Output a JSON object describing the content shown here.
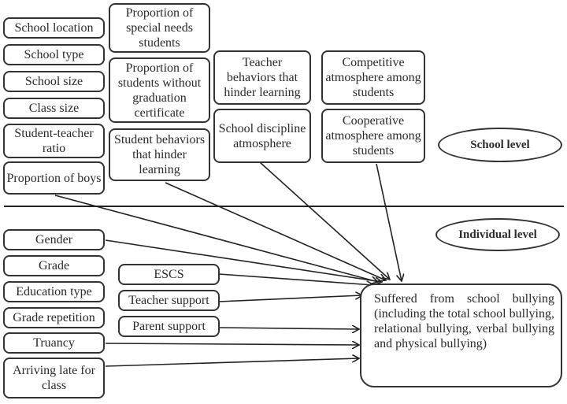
{
  "school_level": {
    "label": "School level",
    "column1": [
      "School location",
      "School type",
      "School size",
      "Class size",
      "Student-teacher ratio",
      "Proportion of boys"
    ],
    "column2": [
      "Proportion of special needs students",
      "Proportion of students without graduation certificate",
      "Student behaviors that hinder learning"
    ],
    "column3": [
      "Teacher behaviors that hinder learning",
      "School discipline atmosphere"
    ],
    "column4": [
      "Competitive atmosphere among students",
      "Cooperative atmosphere among students"
    ]
  },
  "individual_level": {
    "label": "Individual level",
    "column1": [
      "Gender",
      "Grade",
      "Education type",
      "Grade repetition",
      "Truancy",
      "Arriving late for class"
    ],
    "column2": [
      "ESCS",
      "Teacher support",
      "Parent support"
    ]
  },
  "outcome": {
    "label": "Suffered from school bullying (including the total school bullying, relational bullying, verbal bullying and physical bullying)"
  }
}
